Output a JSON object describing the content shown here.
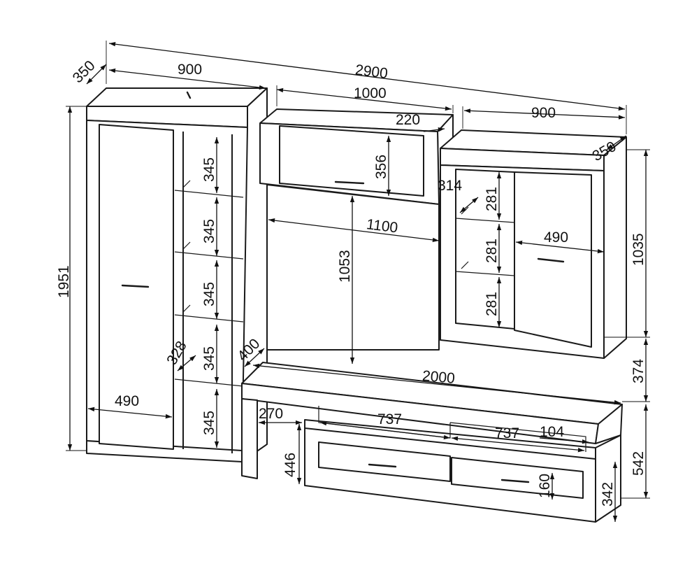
{
  "dimensions": {
    "total_width": "2900",
    "depth_top_left": "350",
    "left_cabinet_width": "900",
    "top_cabinet_width": "1000",
    "top_cabinet_depth": "220",
    "top_cabinet_height": "356",
    "right_cabinet_width": "900",
    "right_cabinet_depth": "350",
    "left_cabinet_height": "1951",
    "left_door_width": "490",
    "left_shelf_1": "345",
    "left_shelf_2": "345",
    "left_shelf_3": "345",
    "left_shelf_4": "345",
    "left_shelf_5": "345",
    "left_shelf_depth": "328",
    "tv_space_width": "1100",
    "tv_space_height": "1053",
    "right_shelf_depth": "314",
    "right_shelf_1": "281",
    "right_shelf_2": "281",
    "right_shelf_3": "281",
    "right_door_width": "490",
    "right_cabinet_height": "1035",
    "right_gap": "374",
    "stand_depth": "400",
    "stand_width": "2000",
    "stand_leg_width": "270",
    "stand_leg_height": "446",
    "stand_section_1": "737",
    "stand_section_2": "737",
    "stand_side_depth": "104",
    "stand_height": "542",
    "drawer_height": "160",
    "stand_side_height": "342"
  }
}
